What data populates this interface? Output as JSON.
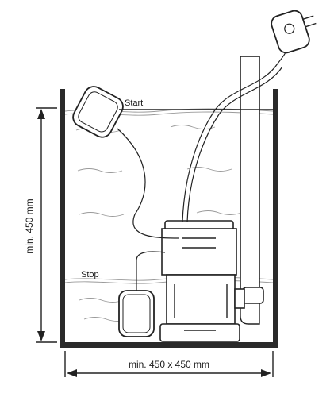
{
  "labels": {
    "start": "Start",
    "stop": "Stop",
    "min_height": "min. 450 mm",
    "min_width": "min. 450 x 450 mm"
  },
  "colors": {
    "ink": "#222222",
    "water_line": "#8c8c8c"
  },
  "icons": {
    "float_switch_start": "float-switch",
    "float_switch_stop": "float-switch",
    "pump": "submersible-pump",
    "power_plug": "power-plug",
    "discharge_pipe": "pipe"
  }
}
